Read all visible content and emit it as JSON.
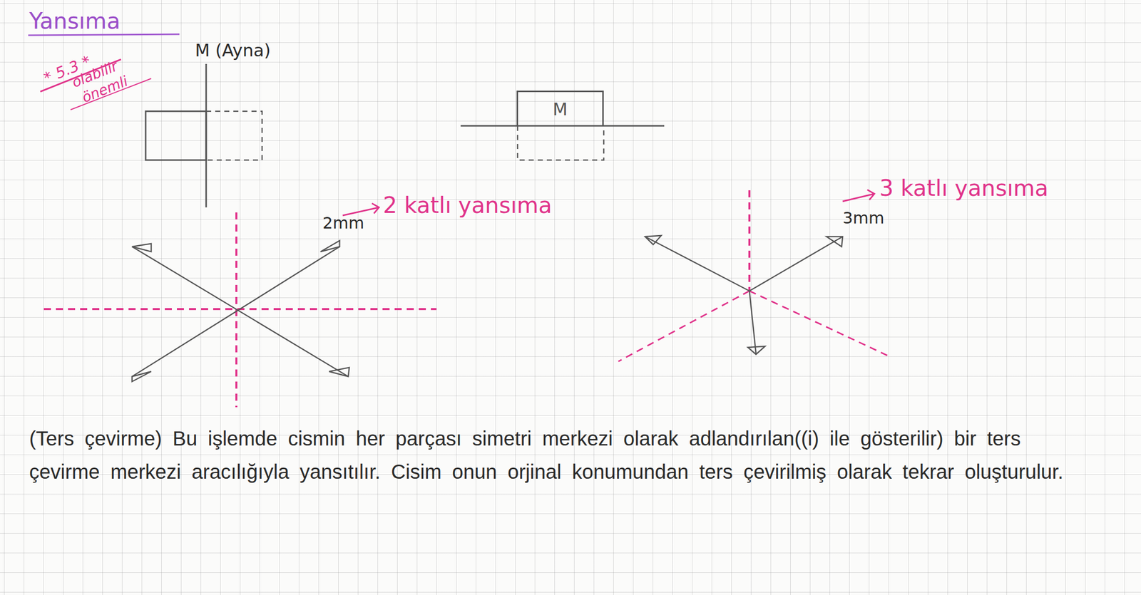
{
  "diagram": {
    "title": "Yansıma",
    "nodes": [
      {
        "text": [
          "M"
        ]
      }
    ],
    "labels": [
      "M (Ayna)",
      "* 5.3 *",
      "olabilir",
      "önemli",
      "2 katlı yansıma",
      "2mm",
      "3 katlı yansıma",
      "3mm",
      "(Ters çevirme) Bu işlemde cismin her parçası simetri merkezi olarak adlandırılan((i) ile gösterilir) bir ters çevirme merkezi aracılığıyla yansıtılır. Cisim onun orjinal konumundan ters çevirilmiş olarak tekrar oluşturulur."
    ]
  }
}
